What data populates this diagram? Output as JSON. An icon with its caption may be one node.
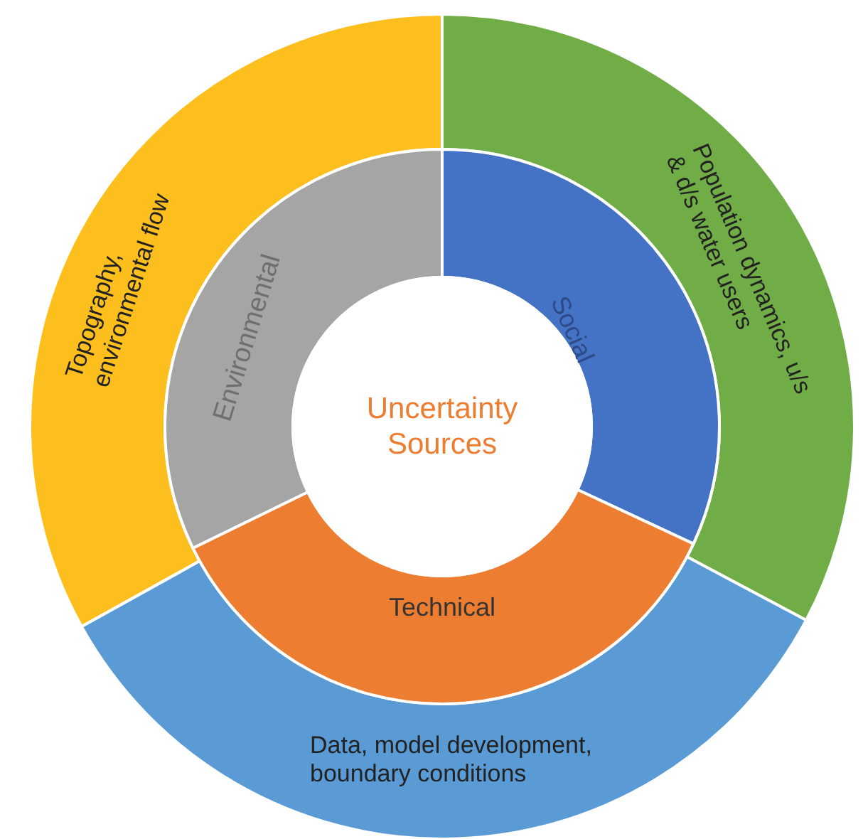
{
  "diagram": {
    "nodes": [
      {
        "text": [
          "Uncertainty Sources"
        ]
      },
      {
        "text": [
          "Environmental"
        ]
      },
      {
        "text": [
          "Social"
        ]
      },
      {
        "text": [
          "Technical"
        ]
      },
      {
        "text": [
          "Topography, environmental flow"
        ]
      },
      {
        "text": [
          "Population dynamics, u/s & d/s water users"
        ]
      },
      {
        "text": [
          "Data, model development, boundary conditions"
        ]
      }
    ],
    "edges": []
  }
}
